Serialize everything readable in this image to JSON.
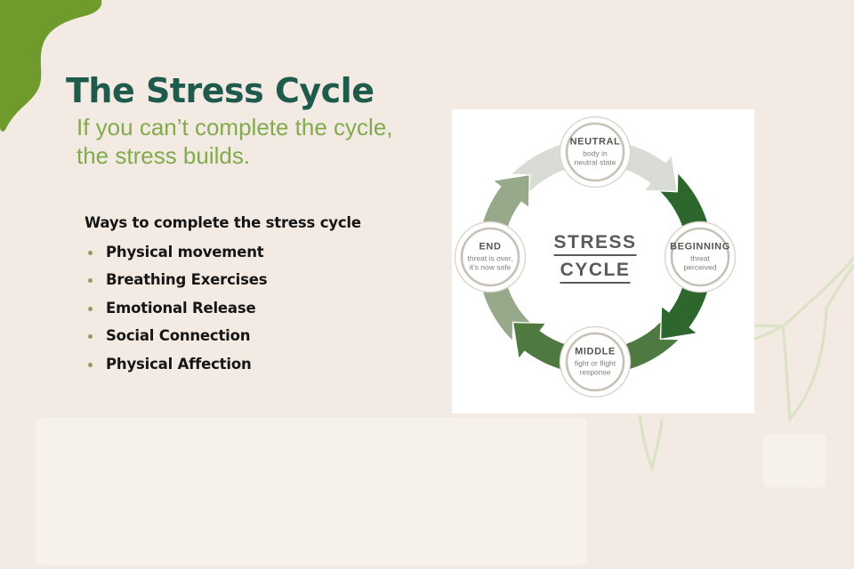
{
  "slide": {
    "title": "The Stress Cycle",
    "subtitle_line1": "If you can’t complete the cycle,",
    "subtitle_line2": "the stress builds.",
    "list_heading": "Ways to complete the stress cycle",
    "list_items": [
      "Physical movement",
      "Breathing Exercises",
      "Emotional Release",
      "Social Connection",
      "Physical Affection"
    ]
  },
  "diagram": {
    "center_line1": "STRESS",
    "center_line2": "CYCLE",
    "nodes": [
      {
        "name": "NEUTRAL",
        "sub1": "body in",
        "sub2": "neutral state"
      },
      {
        "name": "BEGINNING",
        "sub1": "threat",
        "sub2": "perceived"
      },
      {
        "name": "MIDDLE",
        "sub1": "fight or flight",
        "sub2": "response"
      },
      {
        "name": "END",
        "sub1": "threat is over,",
        "sub2": "it’s now safe"
      }
    ]
  },
  "colors": {
    "background": "#f3eae3",
    "blob_green": "#6e9b2b",
    "title_teal": "#1e5b4d",
    "subtitle_green": "#82ab4e",
    "list_text": "#161616",
    "bullet_dot": "#8ca05c",
    "panel_white": "#ffffff",
    "diagram_center_text": "#595a5c",
    "node_ring": "#c7c0b7",
    "node_ring_outer": "#dad4cc",
    "node_name_text": "#555550",
    "node_sub_text": "#807e77",
    "leaf_line": "#dbe2c6",
    "arrow_neutral": "#d8dcd4",
    "arrow_beginning": "#2d672d",
    "arrow_middle": "#4e7a41",
    "arrow_end": "#97a98b"
  }
}
